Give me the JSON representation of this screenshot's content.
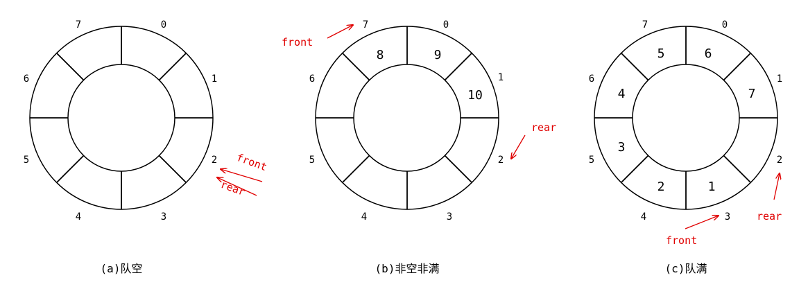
{
  "accent_color": "#e00000",
  "line_color": "#000000",
  "diagrams": [
    {
      "caption": "(a)队空",
      "slot_indices": [
        "0",
        "1",
        "2",
        "3",
        "4",
        "5",
        "6",
        "7"
      ],
      "cell_values": [
        "",
        "",
        "",
        "",
        "",
        "",
        "",
        ""
      ],
      "pointers": [
        {
          "text": "front"
        },
        {
          "text": "rear"
        }
      ]
    },
    {
      "caption": "(b)非空非满",
      "slot_indices": [
        "0",
        "1",
        "2",
        "3",
        "4",
        "5",
        "6",
        "7"
      ],
      "cell_values": [
        "9",
        "10",
        "",
        "",
        "",
        "",
        "",
        "8"
      ],
      "pointers": [
        {
          "text": "front"
        },
        {
          "text": "rear"
        }
      ]
    },
    {
      "caption": "(c)队满",
      "slot_indices": [
        "0",
        "1",
        "2",
        "3",
        "4",
        "5",
        "6",
        "7"
      ],
      "cell_values": [
        "6",
        "7",
        "",
        "1",
        "2",
        "3",
        "4",
        "5"
      ],
      "pointers": [
        {
          "text": "front"
        },
        {
          "text": "rear"
        }
      ]
    }
  ]
}
